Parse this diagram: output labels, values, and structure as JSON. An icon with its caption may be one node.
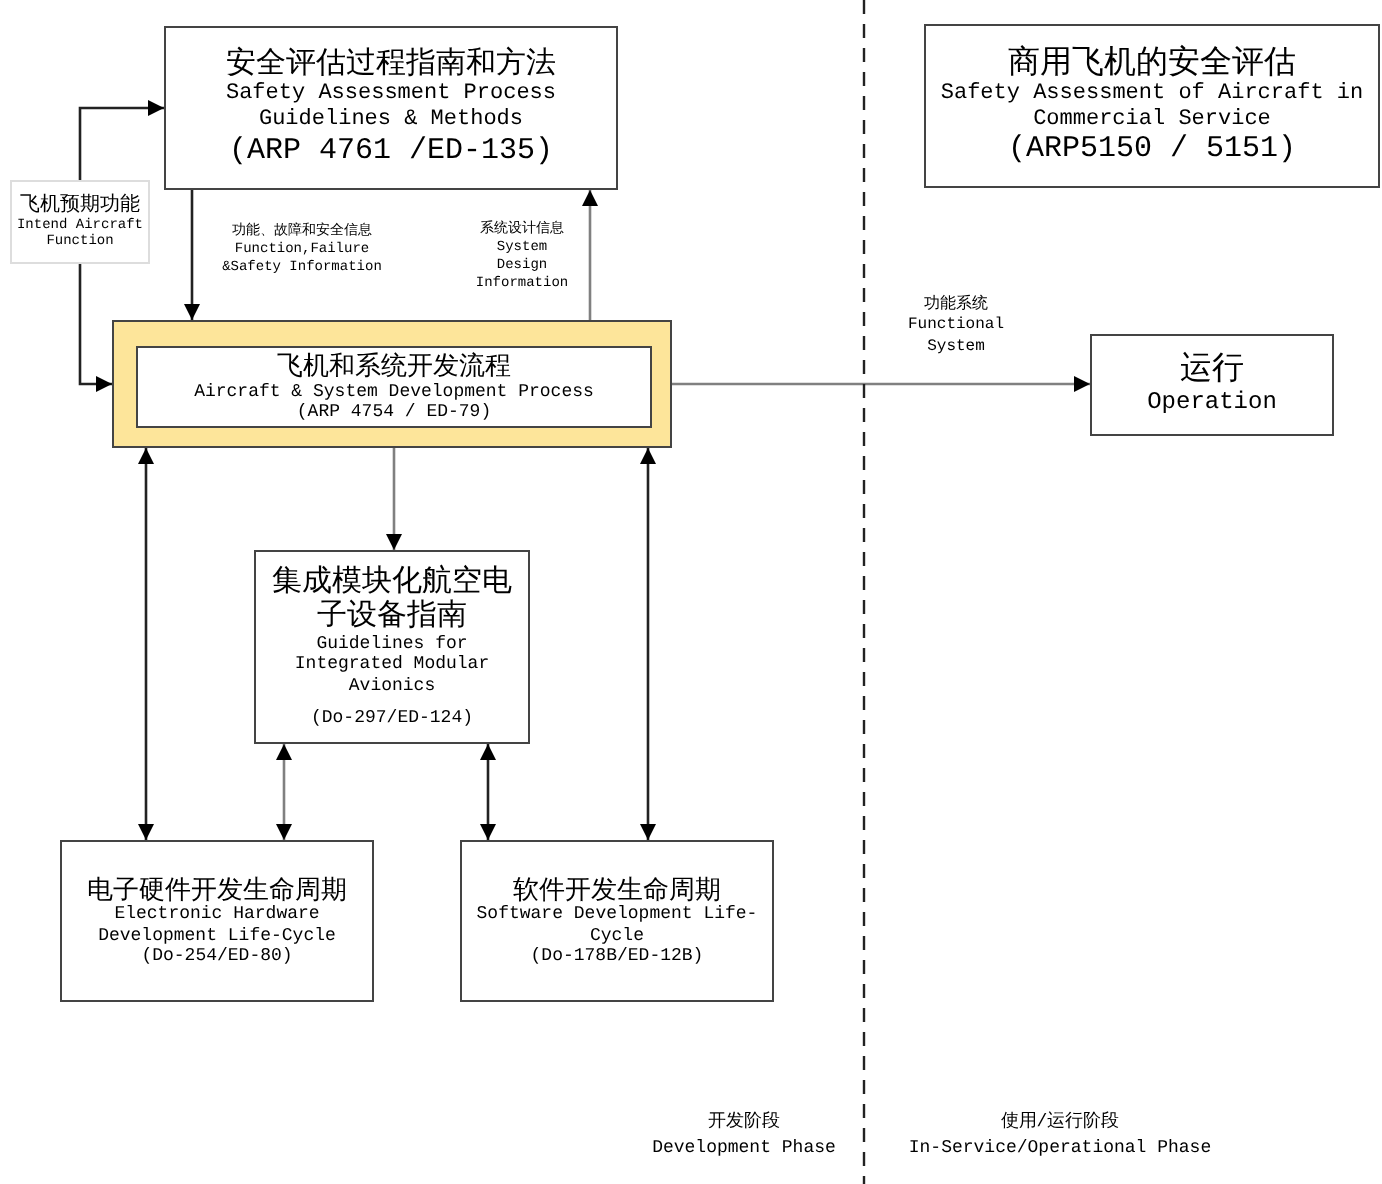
{
  "diagram": {
    "nodes": [
      {
        "text": [
          "安全评估过程指南和方法",
          "Safety Assessment Process Guidelines & Methods",
          "(ARP 4761 /ED-135)"
        ]
      },
      {
        "text": [
          "商用飞机的安全评估",
          "Safety Assessment of Aircraft in Commercial Service",
          "(ARP5150 / 5151)"
        ]
      },
      {
        "text": [
          "飞机预期功能",
          "Intend Aircraft Function"
        ]
      },
      {
        "text": [],
        "shape": "box"
      },
      {
        "text": [
          "飞机和系统开发流程",
          "Aircraft & System Development Process",
          "(ARP 4754 / ED-79)"
        ],
        "in": 3
      },
      {
        "text": [
          "运行",
          "Operation"
        ]
      },
      {
        "text": [
          "集成模块化航空电子设备指南",
          "Guidelines for Integrated Modular Avionics",
          "(Do-297/ED-124)"
        ]
      },
      {
        "text": [
          "电子硬件开发生命周期",
          "Electronic Hardware Development Life-Cycle",
          "(Do-254/ED-80)"
        ]
      },
      {
        "text": [
          "软件开发生命周期",
          "Software Development Life-Cycle",
          "(Do-178B/ED-12B)"
        ]
      }
    ],
    "edges": [
      {
        "from": 0,
        "to": 3,
        "arrow": "to",
        "label": "功能、故障和安全信息 Function,Failure &Safety Information"
      },
      {
        "from": 3,
        "to": 0,
        "arrow": "to",
        "label": "系统设计信息 System Design Information",
        "color": "#808080"
      },
      {
        "from": 2,
        "to": 0,
        "arrow": "to"
      },
      {
        "from": 2,
        "to": 3,
        "arrow": "to"
      },
      {
        "from": 3,
        "to": 5,
        "arrow": "to",
        "label": "功能系统 Functional System",
        "color": "#808080"
      },
      {
        "from": 3,
        "to": 6,
        "arrow": "to",
        "color": "#808080"
      },
      {
        "from": 3,
        "to": 7,
        "arrow": "both"
      },
      {
        "from": 6,
        "to": 7,
        "arrow": "both",
        "color": "#808080"
      },
      {
        "from": 6,
        "to": 8,
        "arrow": "both"
      },
      {
        "from": 3,
        "to": 8,
        "arrow": "both"
      }
    ],
    "labels": [
      "开发阶段",
      "Development Phase",
      "使用/运行阶段",
      "In-Service/Operational Phase"
    ]
  }
}
